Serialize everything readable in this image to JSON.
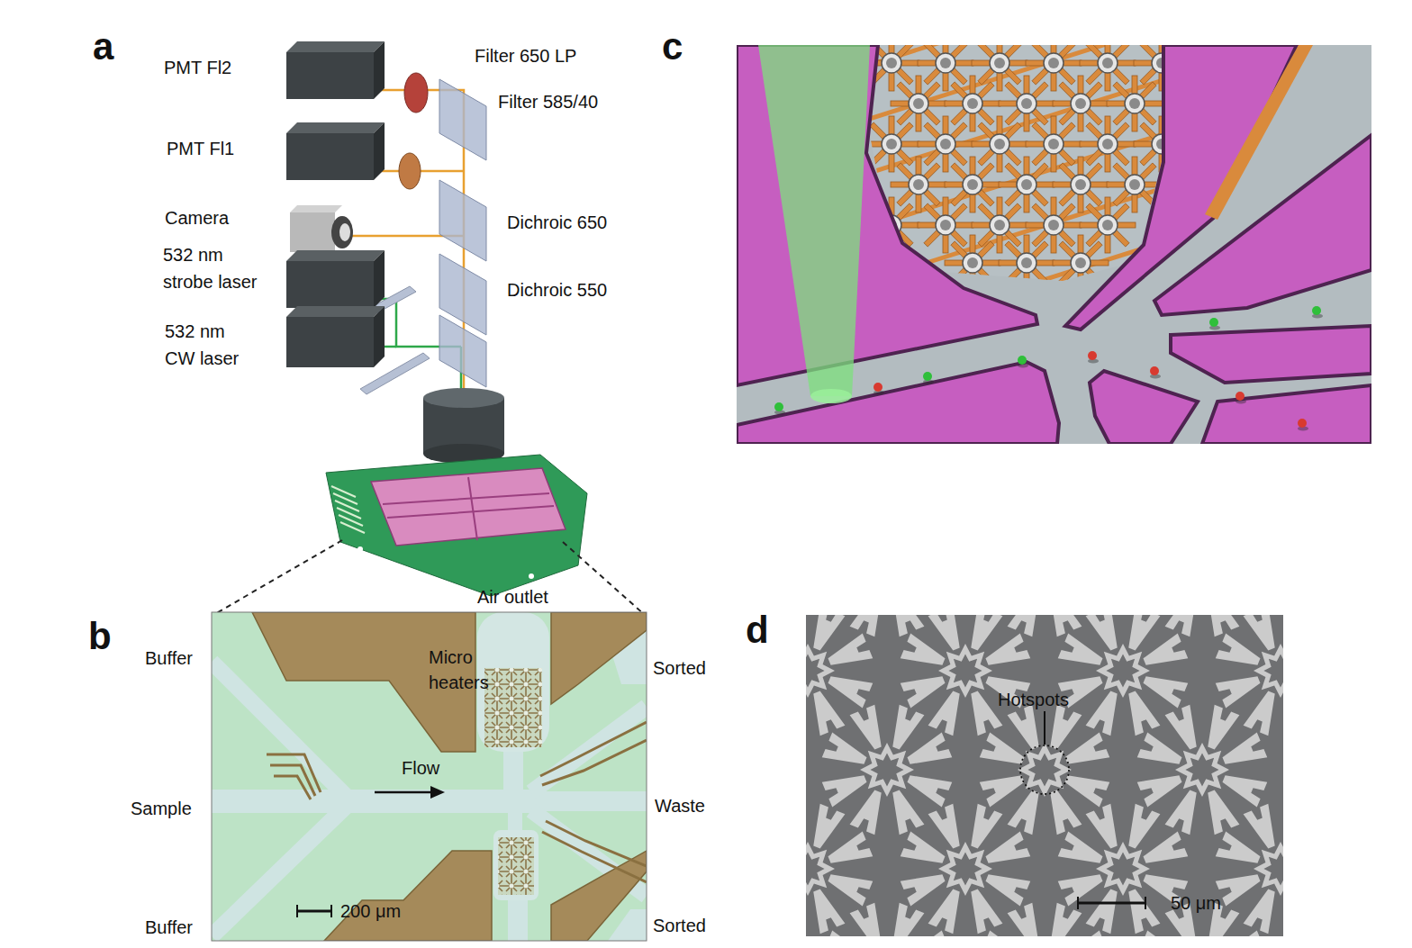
{
  "diagram": {
    "labels": [
      "a",
      "PMT Fl2",
      "Filter 650 LP",
      "Filter 585/40",
      "PMT Fl1",
      "Camera",
      "532 nm strobe laser",
      "Dichroic 650",
      "Dichroic 550",
      "532 nm CW laser",
      "c",
      "b",
      "Buffer",
      "Air outlet",
      "Sorted",
      "Micro heaters",
      "Flow",
      "Sample",
      "Waste",
      "200 μm",
      "Buffer",
      "Sorted",
      "d",
      "Hotspots",
      "50 μm"
    ]
  }
}
